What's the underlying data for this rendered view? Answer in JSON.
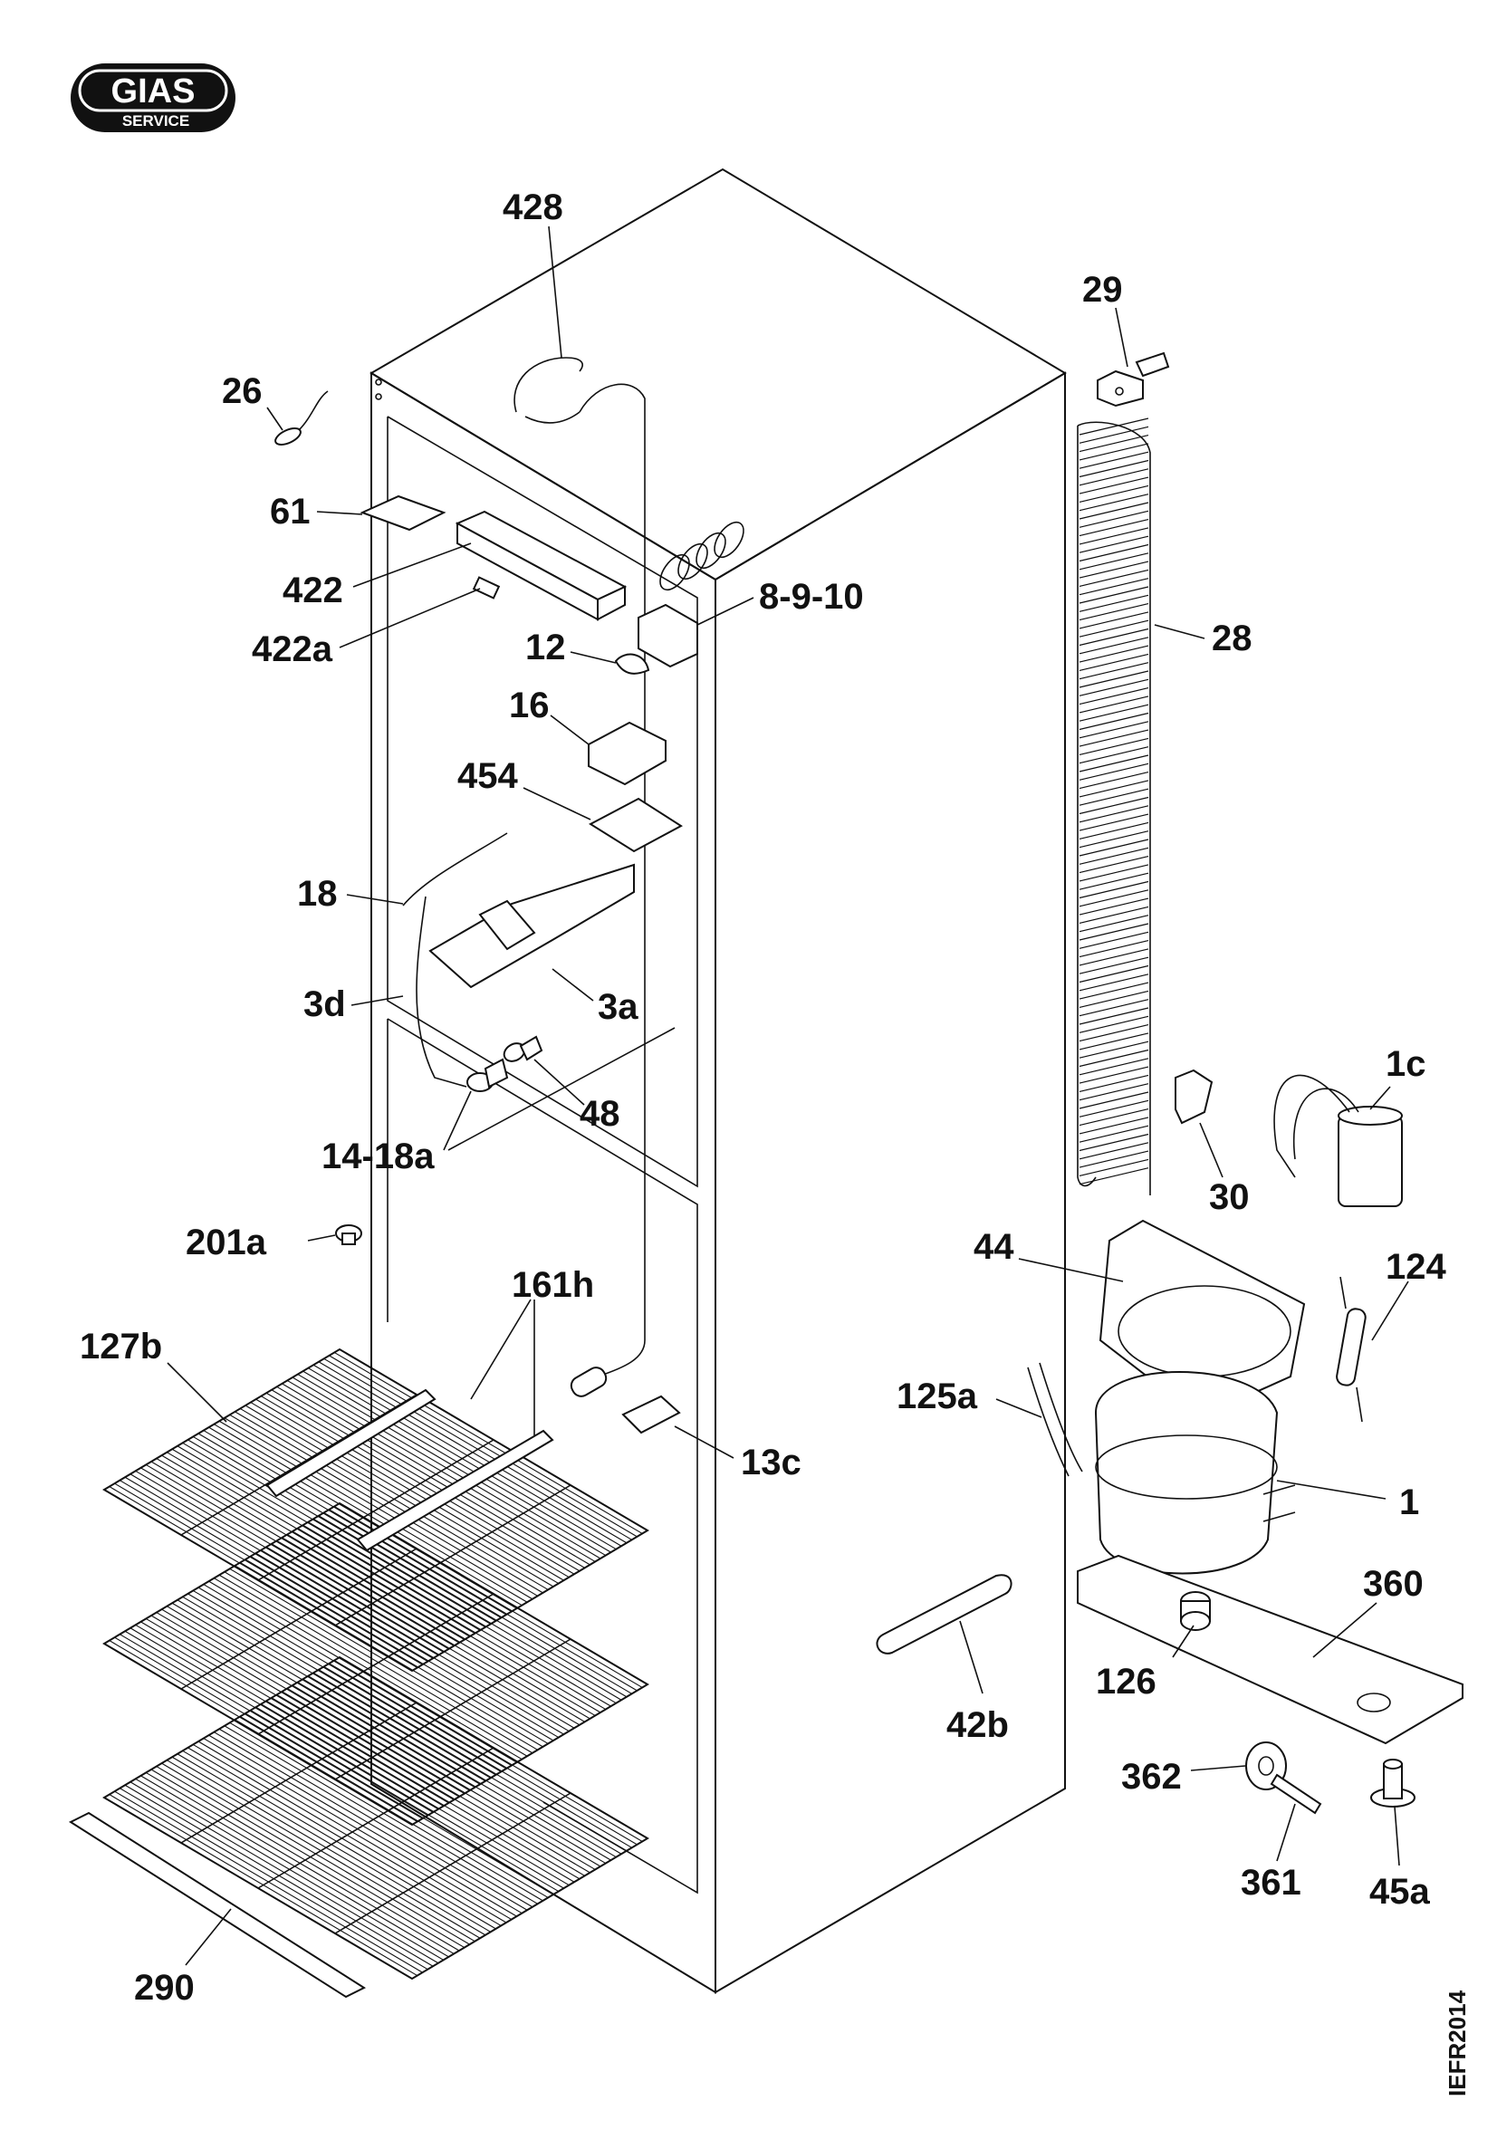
{
  "logo": {
    "brand": "GIAS",
    "sub": "SERVICE"
  },
  "drawing_code": "IEFR2014",
  "callouts": [
    {
      "id": "c428",
      "text": "428"
    },
    {
      "id": "c29",
      "text": "29"
    },
    {
      "id": "c26",
      "text": "26"
    },
    {
      "id": "c61",
      "text": "61"
    },
    {
      "id": "c422",
      "text": "422"
    },
    {
      "id": "c422a",
      "text": "422a"
    },
    {
      "id": "c8910",
      "text": "8-9-10"
    },
    {
      "id": "c28",
      "text": "28"
    },
    {
      "id": "c12",
      "text": "12"
    },
    {
      "id": "c16",
      "text": "16"
    },
    {
      "id": "c454",
      "text": "454"
    },
    {
      "id": "c18",
      "text": "18"
    },
    {
      "id": "c3d",
      "text": "3d"
    },
    {
      "id": "c3a",
      "text": "3a"
    },
    {
      "id": "c1c",
      "text": "1c"
    },
    {
      "id": "c48",
      "text": "48"
    },
    {
      "id": "c1418a",
      "text": "14-18a"
    },
    {
      "id": "c30",
      "text": "30"
    },
    {
      "id": "c201a",
      "text": "201a"
    },
    {
      "id": "c44",
      "text": "44"
    },
    {
      "id": "c124",
      "text": "124"
    },
    {
      "id": "c161h",
      "text": "161h"
    },
    {
      "id": "c127b",
      "text": "127b"
    },
    {
      "id": "c125a",
      "text": "125a"
    },
    {
      "id": "c13c",
      "text": "13c"
    },
    {
      "id": "c1",
      "text": "1"
    },
    {
      "id": "c360",
      "text": "360"
    },
    {
      "id": "c126",
      "text": "126"
    },
    {
      "id": "c42b",
      "text": "42b"
    },
    {
      "id": "c362",
      "text": "362"
    },
    {
      "id": "c361",
      "text": "361"
    },
    {
      "id": "c45a",
      "text": "45a"
    },
    {
      "id": "c290",
      "text": "290"
    }
  ]
}
